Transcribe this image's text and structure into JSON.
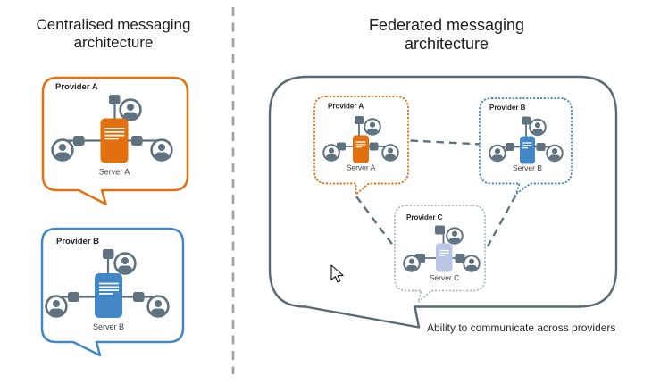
{
  "colors": {
    "provider_a_orange": "#E2700E",
    "provider_b_blue": "#4487C6",
    "provider_c_fill": "#BAC6E4",
    "provider_c_border": "#AFBAC3",
    "icon_slate": "#5E7280",
    "outer_bubble_gray": "#5A6A74",
    "divider_gray": "#9BA1A6",
    "title_text": "#1E1E1E",
    "label_text": "#222222",
    "caption_text": "#2B2B2B"
  },
  "left_panel": {
    "title_line1": "Centralised messaging",
    "title_line2": "architecture",
    "providers": {
      "a": {
        "label": "Provider A",
        "server_label": "Server A"
      },
      "b": {
        "label": "Provider B",
        "server_label": "Server B"
      }
    }
  },
  "right_panel": {
    "title_line1": "Federated messaging",
    "title_line2": "architecture",
    "caption": "Ability to communicate across providers",
    "providers": {
      "a": {
        "label": "Provider A",
        "server_label": "Server A"
      },
      "b": {
        "label": "Provider B",
        "server_label": "Server B"
      },
      "c": {
        "label": "Provider C",
        "server_label": "Server C"
      }
    }
  },
  "icons": {
    "user": "user-icon",
    "server": "server-icon",
    "client_device": "client-device-icon",
    "cursor": "mouse-cursor-icon"
  }
}
